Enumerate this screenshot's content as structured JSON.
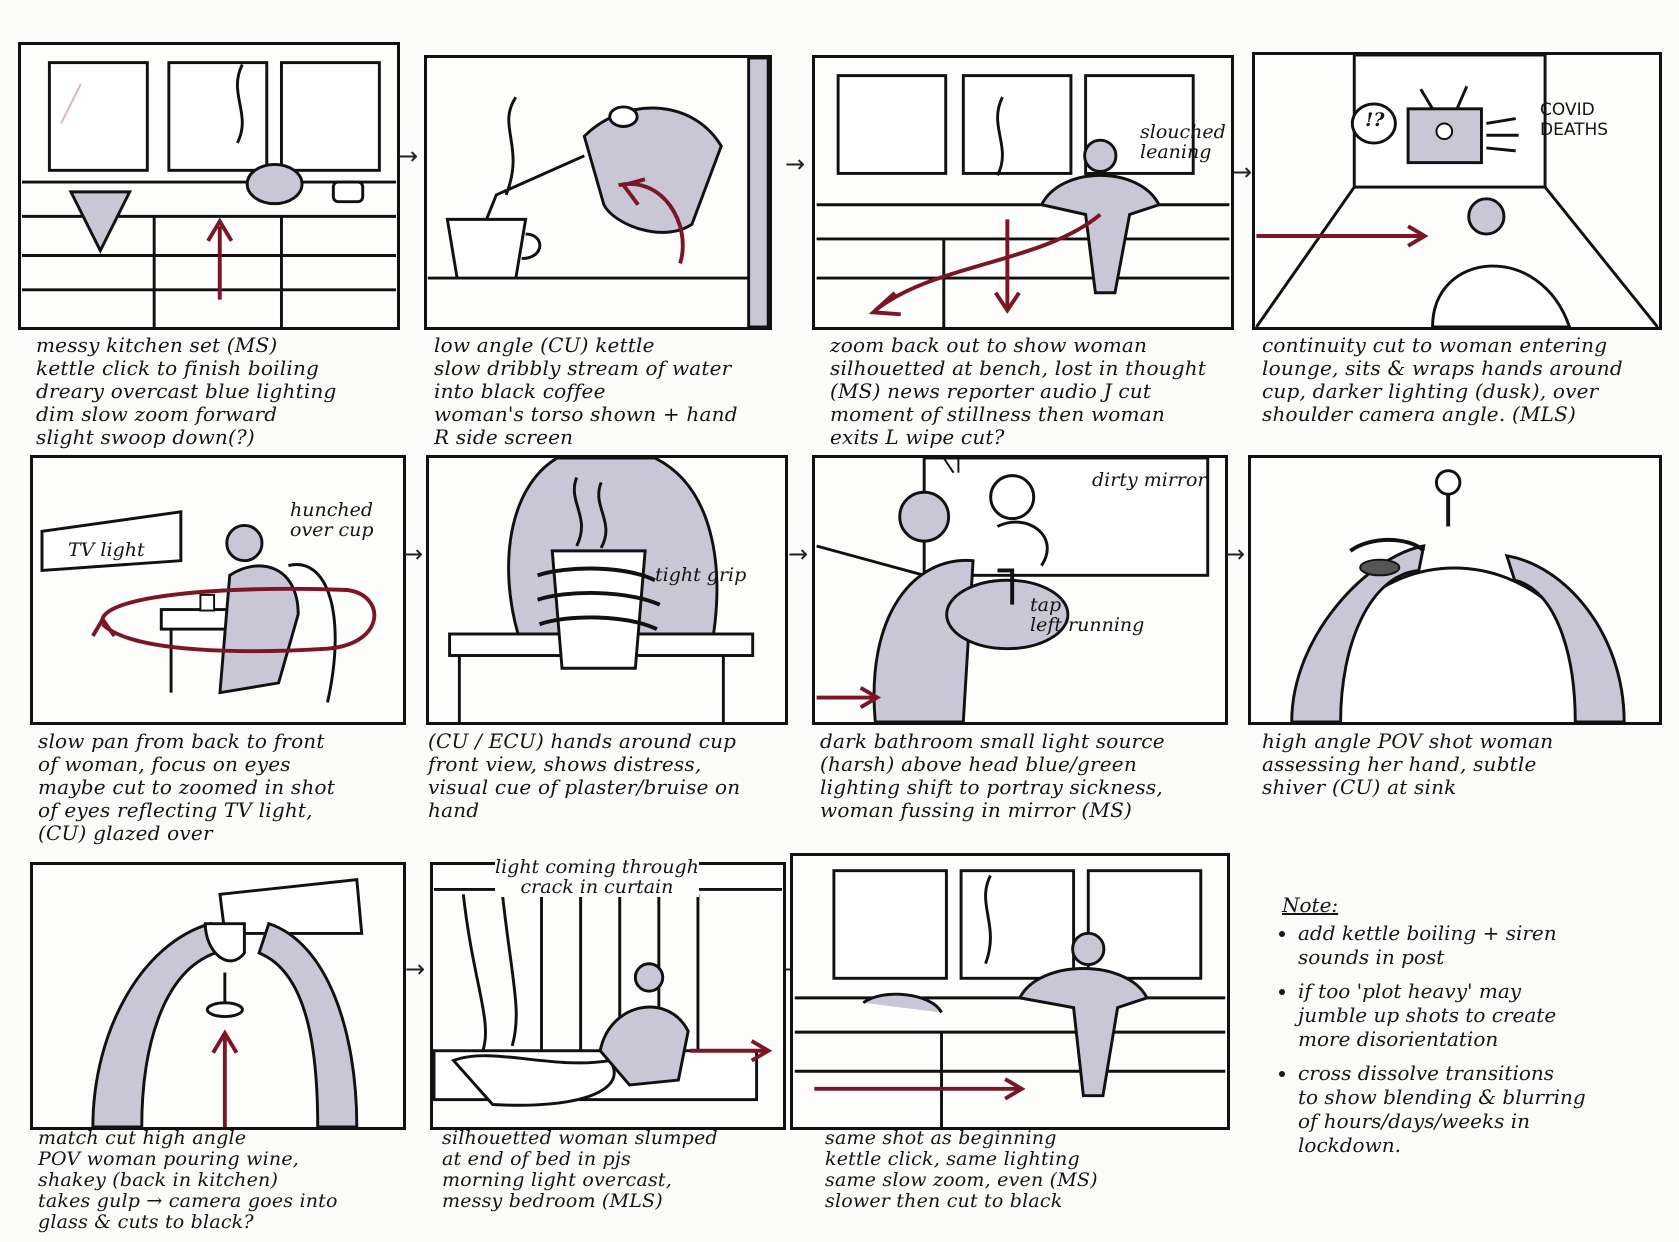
{
  "panels": [
    {
      "caption": "messy kitchen set    (MS)\nkettle click to finish boiling\ndreary overcast blue lighting\ndim slow zoom forward\n          slight swoop down(?)"
    },
    {
      "caption": "low angle (CU) kettle\nslow dribbly stream of water\ninto black coffee\nwoman's torso shown + hand\nR side screen"
    },
    {
      "caption": "zoom back out to show woman\nsilhouetted at bench, lost in thought\n(MS) news reporter audio J cut\nmoment of stillness then woman\n  exits L  wipe cut?"
    },
    {
      "caption": "continuity cut to woman entering\nlounge, sits & wraps hands around\ncup, darker lighting (dusk), over\nshoulder camera angle. (MLS)"
    },
    {
      "caption": "slow pan from back to front\nof woman, focus on eyes\nmaybe cut to zoomed in shot\nof eyes reflecting TV light,\n(CU)    glazed over"
    },
    {
      "caption": "(CU / ECU) hands around cup\nfront view, shows distress,\nvisual cue of plaster/bruise on\nhand"
    },
    {
      "caption": "dark bathroom  small light source\n(harsh) above head blue/green\nlighting shift to portray sickness,\nwoman fussing in mirror (MS)"
    },
    {
      "caption": "high angle  POV shot  woman\nassessing  her hand,  subtle\nshiver  (CU)  at sink"
    },
    {
      "caption": "match cut  high angle\nPOV woman pouring wine,\nshakey (back in kitchen)\ntakes gulp → camera goes into\n     glass & cuts to black?"
    },
    {
      "caption": "silhouetted woman slumped\nat end of bed in pjs\nmorning light overcast,\nmessy bedroom  (MLS)"
    },
    {
      "caption": "same shot as  beginning\nkettle click,  same lighting\nsame slow zoom, even (MS)\nslower then cut to black"
    }
  ],
  "labels": {
    "covid": "COVID\nDEATHS",
    "alert": "!?",
    "slouched": "slouched\nleaning",
    "tv_light": "TV light",
    "hunched": "hunched\nover cup",
    "tight_grip": "tight grip",
    "dirty_mirror": "dirty mirror",
    "tap": "tap\nleft running",
    "curtain": "light coming through\ncrack in curtain"
  },
  "connector": "→",
  "note": {
    "title": "Note:",
    "items": [
      "add kettle boiling + siren\nsounds in post",
      "if too 'plot heavy' may\njumble up shots to create\nmore disorientation",
      "cross dissolve transitions\nto show blending & blurring\nof hours/days/weeks in\nlockdown."
    ]
  },
  "colors": {
    "ink": "#111111",
    "shade": "#c9c6d6",
    "arrow": "#7a1628"
  }
}
